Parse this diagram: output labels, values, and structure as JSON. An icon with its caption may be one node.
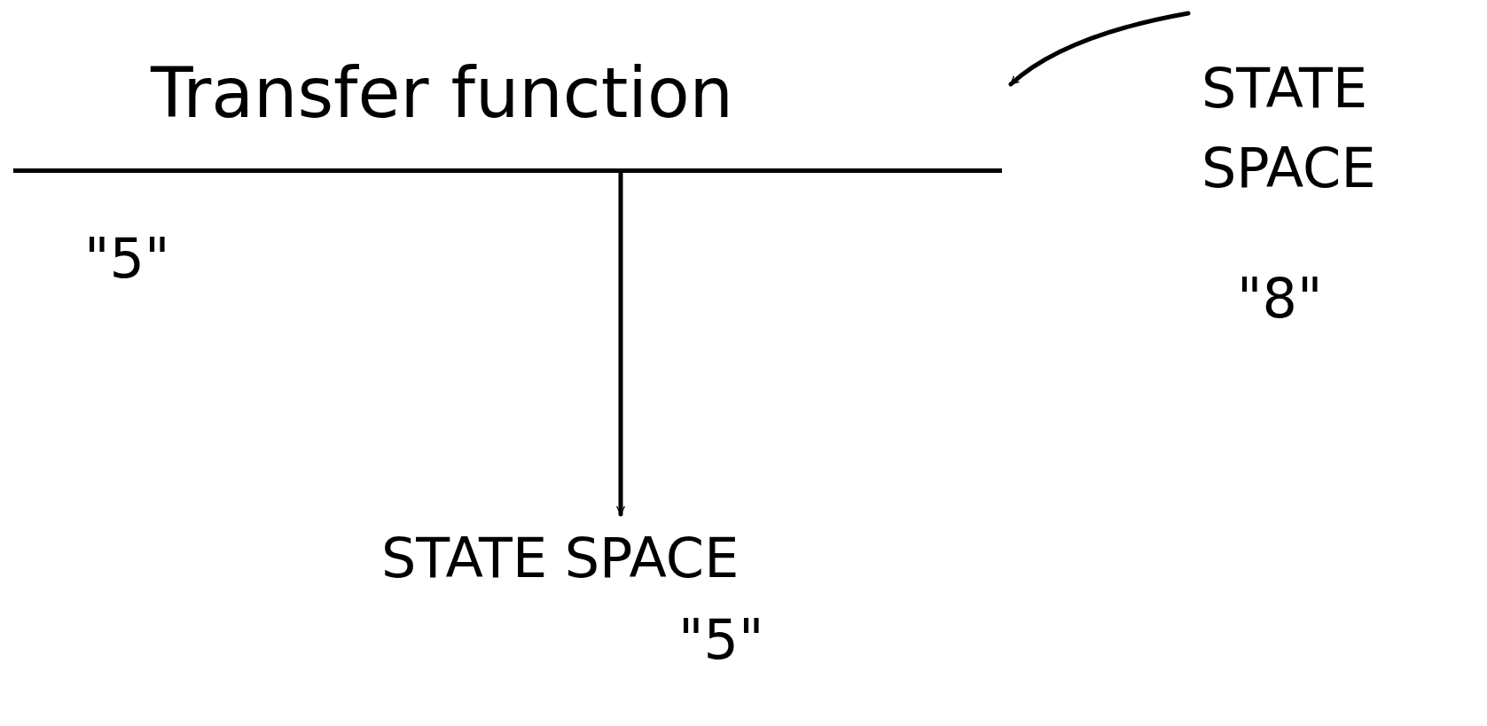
{
  "diagram": {
    "nodes": [
      {
        "text": [
          "Transfer function"
        ],
        "beside": [
          "\"5\""
        ]
      },
      {
        "text": [
          "STATE SPACE"
        ],
        "beside": [
          "\"5\""
        ]
      },
      {
        "text": [
          "STATE SPACE"
        ],
        "beside": [
          "\"8\""
        ]
      }
    ],
    "edges": [
      {
        "from": 0,
        "to": 1,
        "arrow": "to"
      },
      {
        "from": 2,
        "to": 0,
        "arrow": "to"
      }
    ]
  }
}
